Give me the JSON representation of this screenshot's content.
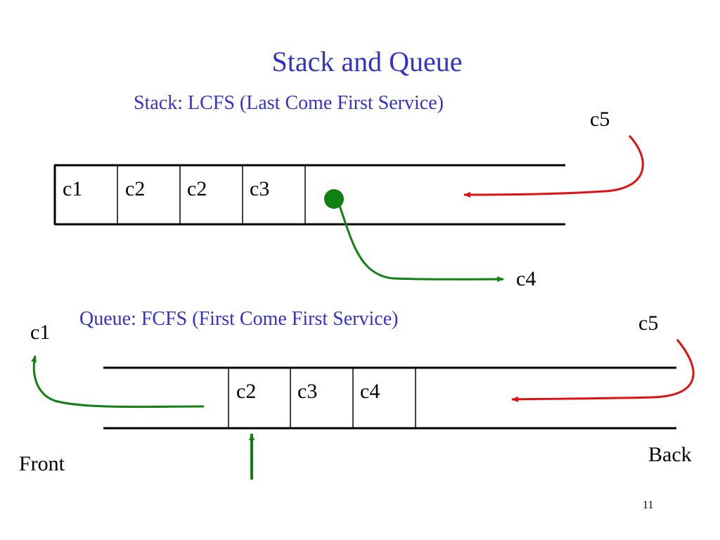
{
  "slide": {
    "title": "Stack and Queue",
    "page_number": "11"
  },
  "stack": {
    "caption": "Stack: LCFS (Last Come First Service)",
    "cells": [
      "c1",
      "c2",
      "c2",
      "c3"
    ],
    "incoming_label": "c5",
    "outgoing_label": "c4"
  },
  "queue": {
    "caption": "Queue: FCFS (First Come First Service)",
    "cells": [
      "c2",
      "c3",
      "c4"
    ],
    "outgoing_label": "c1",
    "incoming_label": "c5",
    "front_label": "Front",
    "back_label": "Back"
  },
  "colors": {
    "heading": "#3333cc",
    "push_arrow": "#e01010",
    "pop_arrow": "#108010",
    "pointer_dot": "#108010"
  }
}
